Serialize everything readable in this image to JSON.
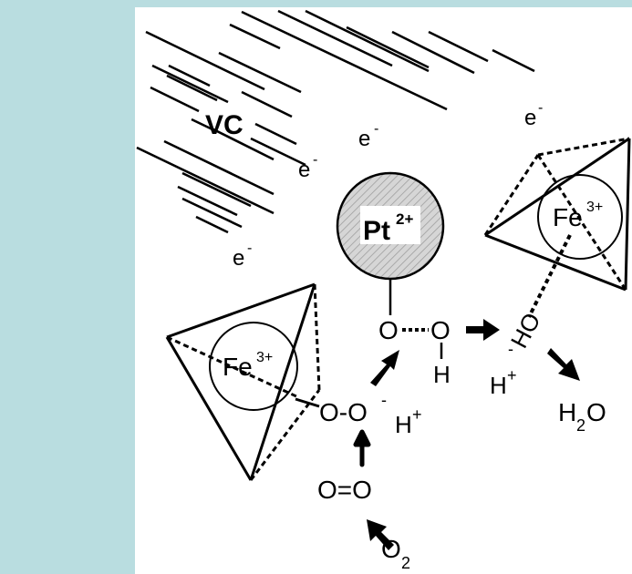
{
  "labels": {
    "vc": "VC",
    "electron": "e",
    "electron_charge": "-",
    "pt": "Pt",
    "pt_charge": "2+",
    "fe": "Fe",
    "fe_charge": "3+",
    "o": "O",
    "h": "H",
    "ho": "HO",
    "minus": "-",
    "h_plus": "H",
    "plus": "+",
    "o_o": "O-O",
    "o_eq_o": "O=O",
    "o2": "O",
    "o2_sub": "2",
    "h2o_h": "H",
    "h2o_sub": "2",
    "h2o_o": "O"
  },
  "colors": {
    "side_bar": "#b9dde0",
    "pt_fill": "#d4d4d4"
  }
}
